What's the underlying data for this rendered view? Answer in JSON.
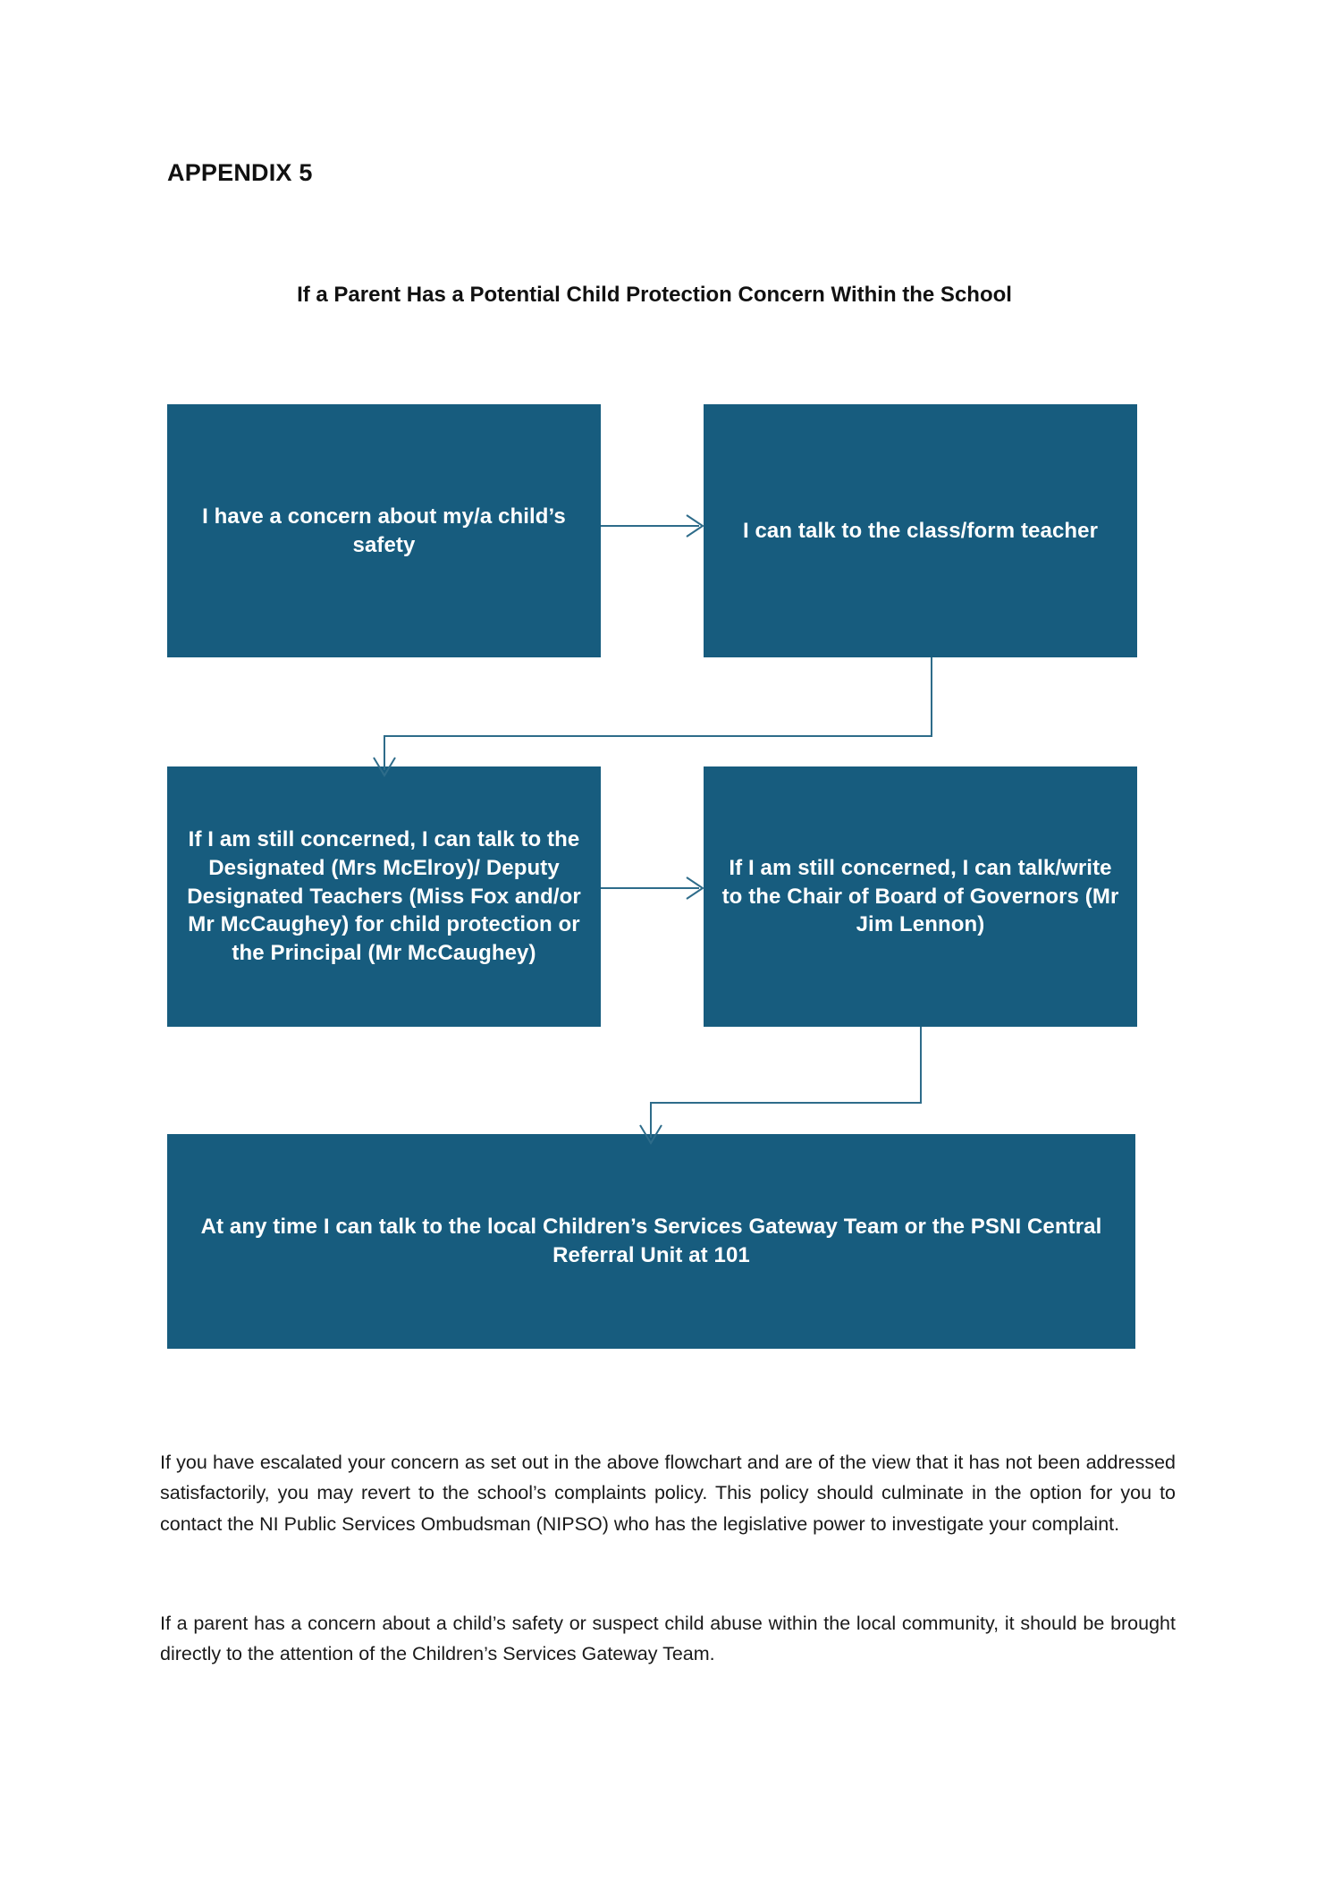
{
  "document": {
    "appendix_title": "APPENDIX 5",
    "flowchart_title": "If a Parent Has a Potential Child Protection Concern Within the School"
  },
  "colors": {
    "box_fill": "#175C7E",
    "box_text": "#FFFFFF",
    "connector": "#2E6C8A",
    "page_background": "#FFFFFF",
    "body_text": "#1A1A1A"
  },
  "flowchart": {
    "nodes": [
      {
        "id": "concern",
        "text": "I have a concern about my/a child’s safety"
      },
      {
        "id": "teacher",
        "text": "I can talk to the class/form teacher"
      },
      {
        "id": "designated",
        "text": "If I am still concerned, I can talk to the Designated (Mrs McElroy)/ Deputy Designated Teachers (Miss Fox and/or Mr McCaughey) for child protection or the Principal (Mr McCaughey)"
      },
      {
        "id": "governors",
        "text": "If I am still concerned, I can talk/write to the Chair of Board of Governors (Mr Jim Lennon)"
      },
      {
        "id": "gateway",
        "text": "At any time I can talk to the local Children’s Services Gateway Team or the PSNI Central Referral Unit at 101"
      }
    ],
    "connectors": [
      {
        "from": "concern",
        "to": "teacher",
        "style": "straight-right-arrow"
      },
      {
        "from": "teacher",
        "to": "designated",
        "style": "elbow-down-left-arrow"
      },
      {
        "from": "designated",
        "to": "governors",
        "style": "straight-right-arrow"
      },
      {
        "from": "governors",
        "to": "gateway",
        "style": "elbow-down-left-arrow"
      }
    ]
  },
  "body": {
    "paragraphs": [
      "If you have escalated your concern as set out in the above flowchart and are of the view that it has not been addressed satisfactorily, you may revert to the school’s complaints policy. This policy should culminate in the option for you to contact the NI Public Services Ombudsman (NIPSO) who has the legislative power to investigate your complaint.",
      "If a parent has a concern about a child’s safety or suspect child abuse within the local community, it should be brought directly to the attention of the Children’s Services Gateway Team."
    ]
  }
}
